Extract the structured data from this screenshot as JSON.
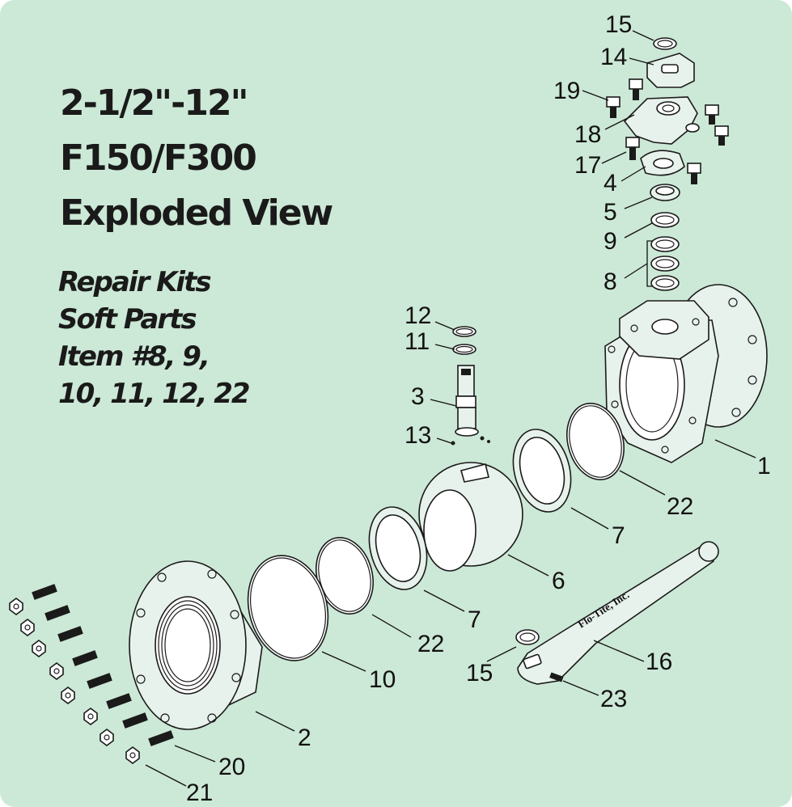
{
  "title": {
    "lines": [
      "2-1/2\"-12\"",
      "F150/F300",
      "Exploded View"
    ]
  },
  "repair_kits": {
    "lines": [
      "Repair Kits",
      "Soft Parts",
      "Item #8, 9,",
      "10, 11, 12, 22"
    ]
  },
  "callouts": {
    "c15_top": "15",
    "c14": "14",
    "c19": "19",
    "c18": "18",
    "c17": "17",
    "c4": "4",
    "c5": "5",
    "c9": "9",
    "c8": "8",
    "c12": "12",
    "c11": "11",
    "c3": "3",
    "c13": "13",
    "c1": "1",
    "c22_right": "22",
    "c7_right": "7",
    "c6": "6",
    "c7_left": "7",
    "c22_left": "22",
    "c10": "10",
    "c2": "2",
    "c15_handle": "15",
    "c16": "16",
    "c23": "23",
    "c20": "20",
    "c21": "21"
  },
  "handle_brand": "Flo-Tite, Inc.",
  "colors": {
    "background": "#cce8d6",
    "line": "#1a1a1a"
  }
}
